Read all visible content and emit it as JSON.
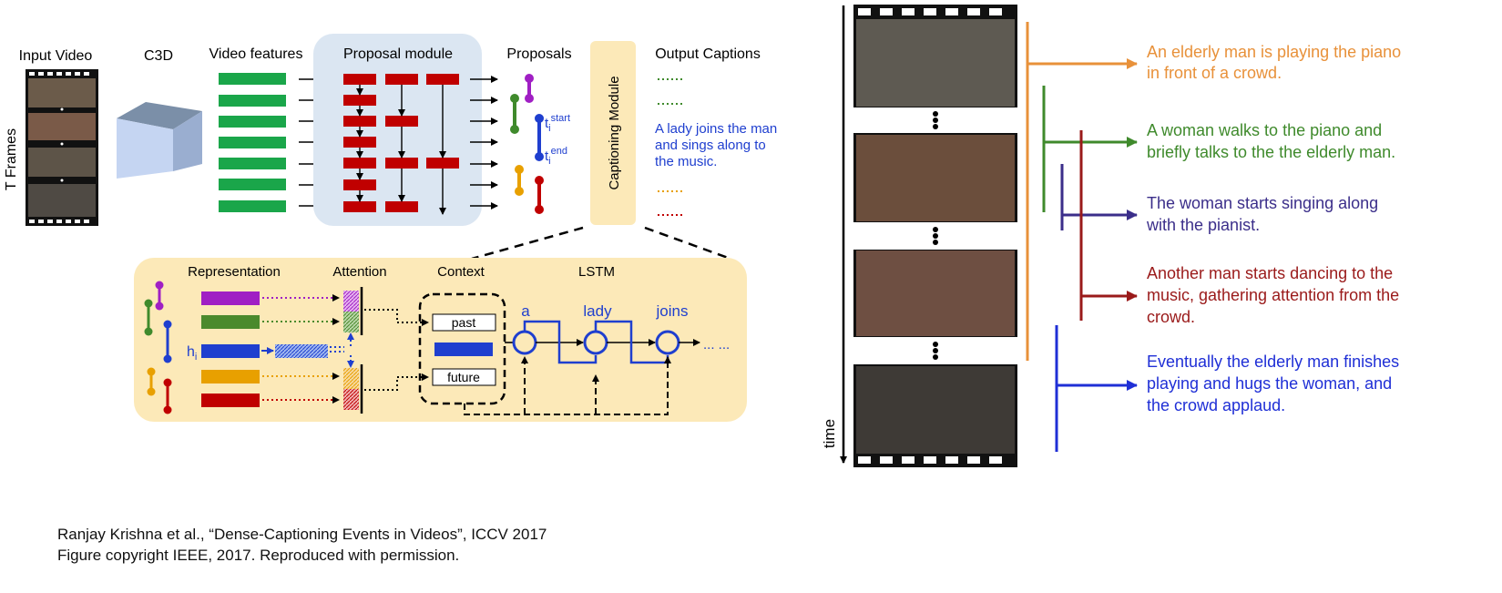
{
  "diagram": {
    "input_video": "Input Video",
    "t_frames": "T Frames",
    "c3d": "C3D",
    "video_features": "Video features",
    "proposal_module": "Proposal module",
    "proposals": "Proposals",
    "t_start": "t",
    "t_start_sub": "i",
    "t_start_sup": "start",
    "t_end": "t",
    "t_end_sub": "i",
    "t_end_sup": "end",
    "captioning_module": "Captioning Module",
    "output_captions": "Output Captions",
    "caption_example": [
      "A lady joins the man",
      "and sings along to",
      "the music."
    ],
    "representation": "Representation",
    "attention": "Attention",
    "context": "Context",
    "lstm": "LSTM",
    "h_i": "h",
    "h_i_sub": "i",
    "past": "past",
    "future": "future",
    "words": [
      "a",
      "lady",
      "joins"
    ],
    "ellipsis": "... ..."
  },
  "timeline": {
    "time_label": "time",
    "captions": [
      {
        "lines": [
          "An elderly man is playing the piano",
          "in front of a crowd."
        ],
        "color": "#e8913a"
      },
      {
        "lines": [
          "A woman walks to the piano and",
          "briefly talks to the the elderly man."
        ],
        "color": "#3f8a2c"
      },
      {
        "lines": [
          "The woman starts singing along",
          "with the pianist."
        ],
        "color": "#3b2e8a"
      },
      {
        "lines": [
          "Another man starts dancing to the",
          "music, gathering attention from the",
          "crowd."
        ],
        "color": "#9a1a1a"
      },
      {
        "lines": [
          "Eventually the elderly man finishes",
          "playing and hugs the woman, and",
          "the crowd applaud."
        ],
        "color": "#1f2fd6"
      }
    ]
  },
  "citation": {
    "line1": "Ranjay Krishna et al., “Dense-Captioning Events in Videos”, ICCV 2017",
    "line2": "Figure copyright IEEE, 2017. Reproduced with permission."
  },
  "colors": {
    "green": "#1aa64a",
    "red": "#c00000",
    "blue": "#1f3fcf",
    "purple": "#a01fc4",
    "orange": "#e8a000",
    "proposal_bg": "#dbe6f2",
    "caption_bg": "#fce9b8"
  }
}
